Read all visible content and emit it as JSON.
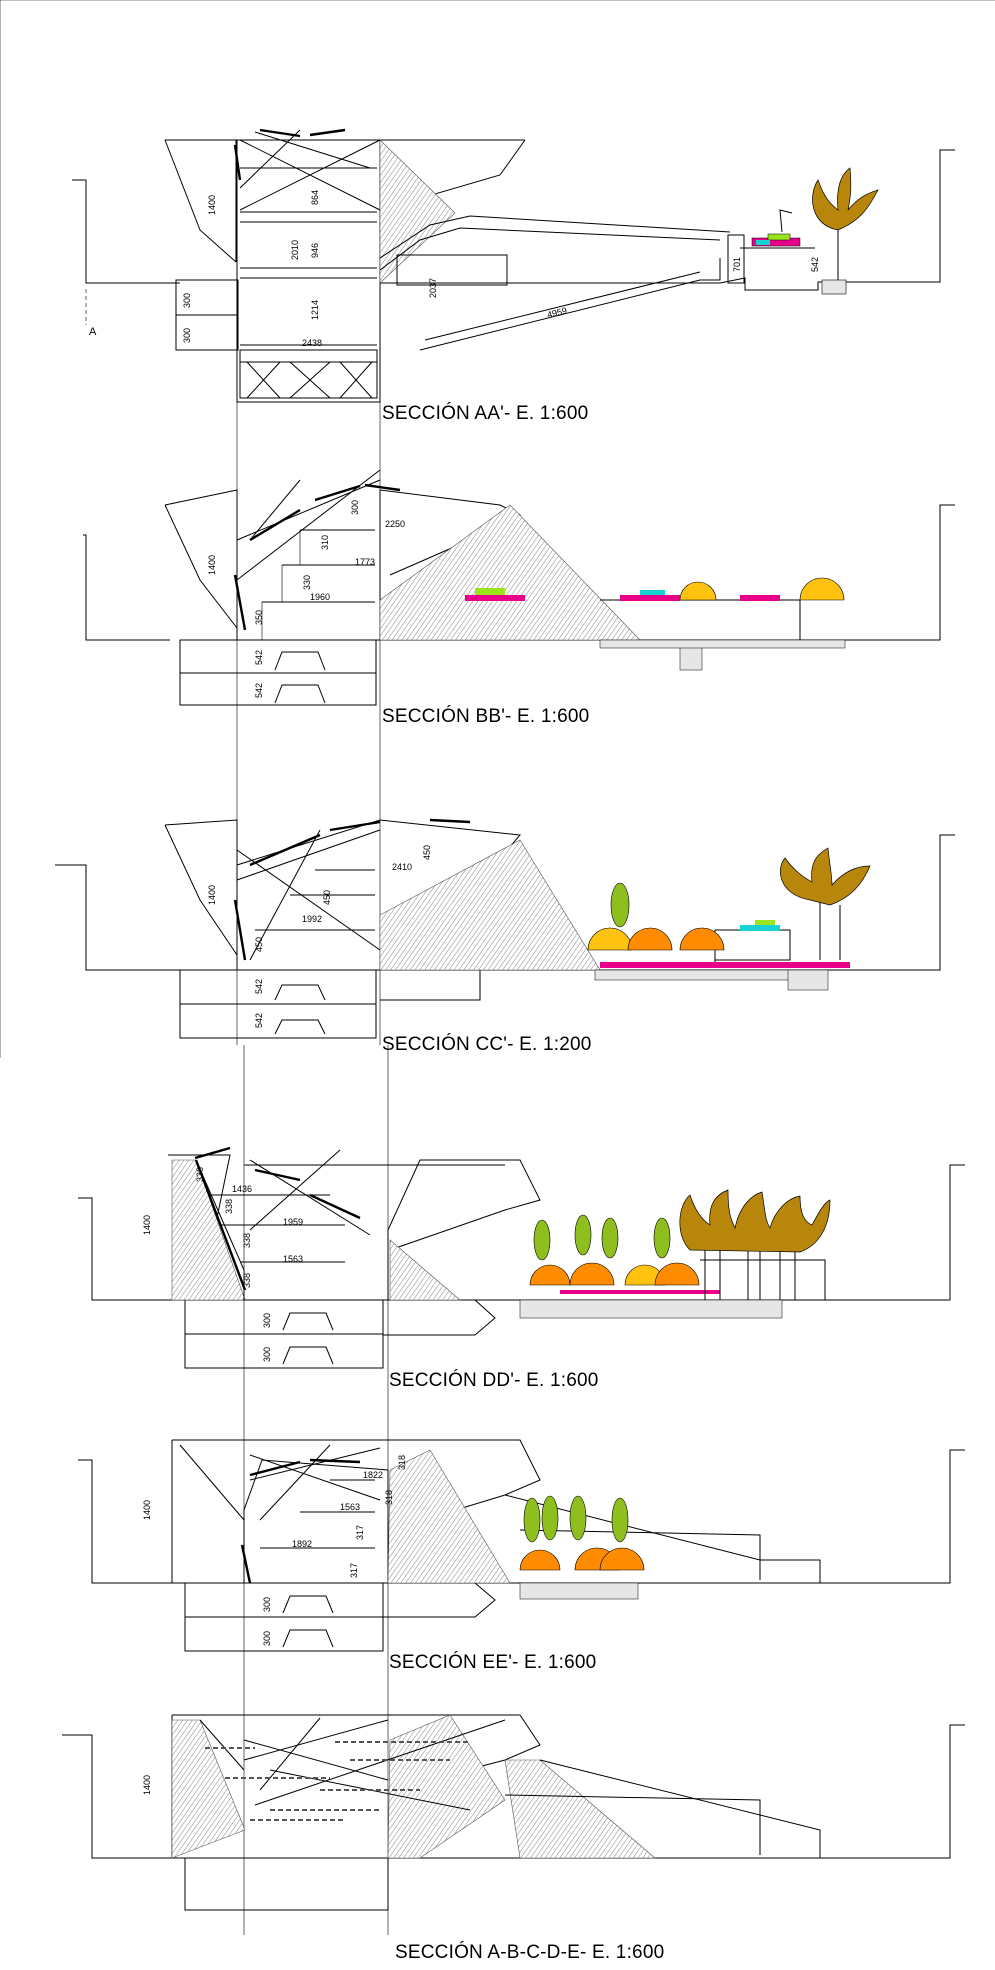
{
  "sections": [
    {
      "caption": "SECCIÓN AA'- E. 1:600",
      "marker": "A",
      "dims": [
        "1400",
        "864",
        "2010",
        "946",
        "1214",
        "2438",
        "300",
        "300",
        "2037",
        "4959",
        "701",
        "542"
      ]
    },
    {
      "caption": "SECCIÓN BB'- E. 1:600",
      "dims": [
        "1400",
        "300",
        "2250",
        "310",
        "1773",
        "330",
        "1960",
        "350",
        "542",
        "542"
      ]
    },
    {
      "caption": "SECCIÓN CC'- E. 1:200",
      "dims": [
        "1400",
        "2410",
        "450",
        "450",
        "1992",
        "450",
        "542",
        "542"
      ]
    },
    {
      "caption": "SECCIÓN DD'- E. 1:600",
      "dims": [
        "338",
        "1436",
        "338",
        "1959",
        "1400",
        "338",
        "1563",
        "338",
        "300",
        "300"
      ]
    },
    {
      "caption": "SECCIÓN EE'- E. 1:600",
      "dims": [
        "1822",
        "318",
        "318",
        "1563",
        "1400",
        "317",
        "1892",
        "317",
        "300",
        "300"
      ]
    },
    {
      "caption": "SECCIÓN A-B-C-D-E- E. 1:600",
      "dims": [
        "1400"
      ]
    }
  ],
  "colors": {
    "palm": "#b8860b",
    "canopy_orange": "#ff8c00",
    "canopy_yellow": "#ffc20e",
    "cypress_green": "#8fbf1f",
    "magenta": "#e8008a",
    "cyan": "#18d2d2",
    "lime": "#9be31a",
    "slab_grey": "#e6e6e6"
  }
}
